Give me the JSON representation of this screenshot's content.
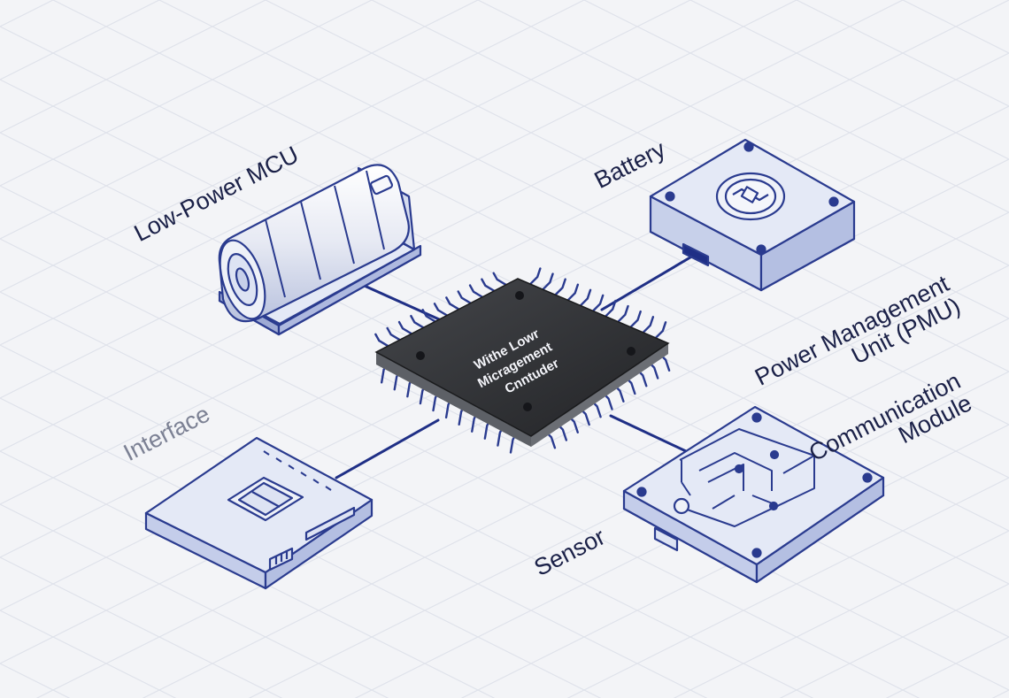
{
  "labels": {
    "low_power_mcu": "Low-Power MCU",
    "battery": "Battery",
    "pmu_line1": "Power Management",
    "pmu_line2": "Unit (PMU)",
    "comm_line1": "Communication",
    "comm_line2": "Module",
    "interface": "Interface",
    "sensor": "Sensor"
  },
  "chip": {
    "line1": "Withe Lowr",
    "line2": "Micragement",
    "line3": "Cnntuder"
  },
  "colors": {
    "background": "#f3f4f7",
    "grid": "#dfe2ea",
    "outline": "#2a3b8f",
    "component_fill": "#e4e9f6",
    "chip_body": "#2f3134",
    "wire": "#1f2f86"
  }
}
